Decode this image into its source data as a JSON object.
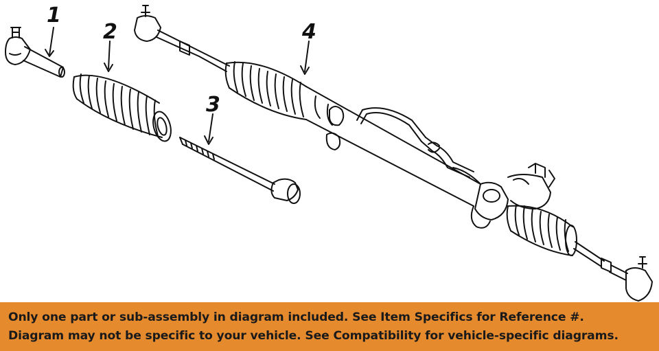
{
  "diagram": {
    "callouts": [
      {
        "id": "1"
      },
      {
        "id": "2"
      },
      {
        "id": "3"
      },
      {
        "id": "4"
      }
    ]
  },
  "banner": {
    "line1": "Only one part or sub-assembly in diagram included. See Item Specifics for Reference #.",
    "line2": "Diagram may not be specific to your vehicle. See Compatibility for vehicle-specific diagrams.",
    "background": "#e68a2e",
    "text_color": "#1a1a1a"
  }
}
